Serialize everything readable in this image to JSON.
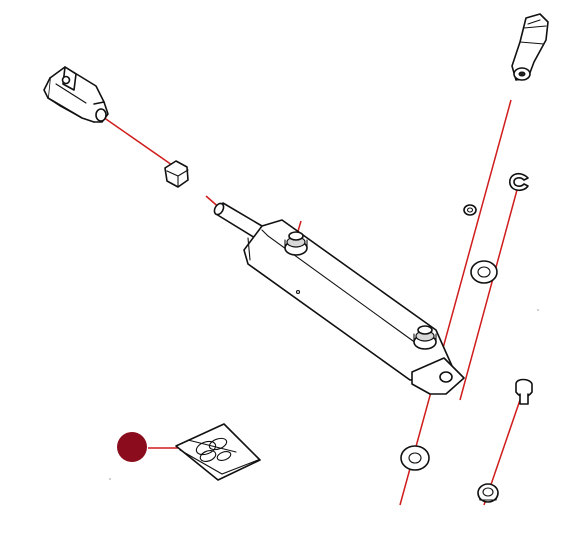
{
  "diagram": {
    "style": "exploded-parts-view",
    "colors": {
      "leader_line": "#d01c1c",
      "marker": "#8b0d1d",
      "outline": "#111111",
      "background": "#ffffff"
    },
    "parts": [
      {
        "id": "clevis-fork"
      },
      {
        "id": "lock-nut"
      },
      {
        "id": "hydraulic-cylinder"
      },
      {
        "id": "pivot-pin"
      },
      {
        "id": "snap-ring"
      },
      {
        "id": "small-washer"
      },
      {
        "id": "flat-washer-upper"
      },
      {
        "id": "flat-washer-lower"
      },
      {
        "id": "grease-nipple"
      },
      {
        "id": "lock-nut-lower"
      },
      {
        "id": "seal-kit"
      }
    ],
    "marker_icon": "dot-icon"
  }
}
